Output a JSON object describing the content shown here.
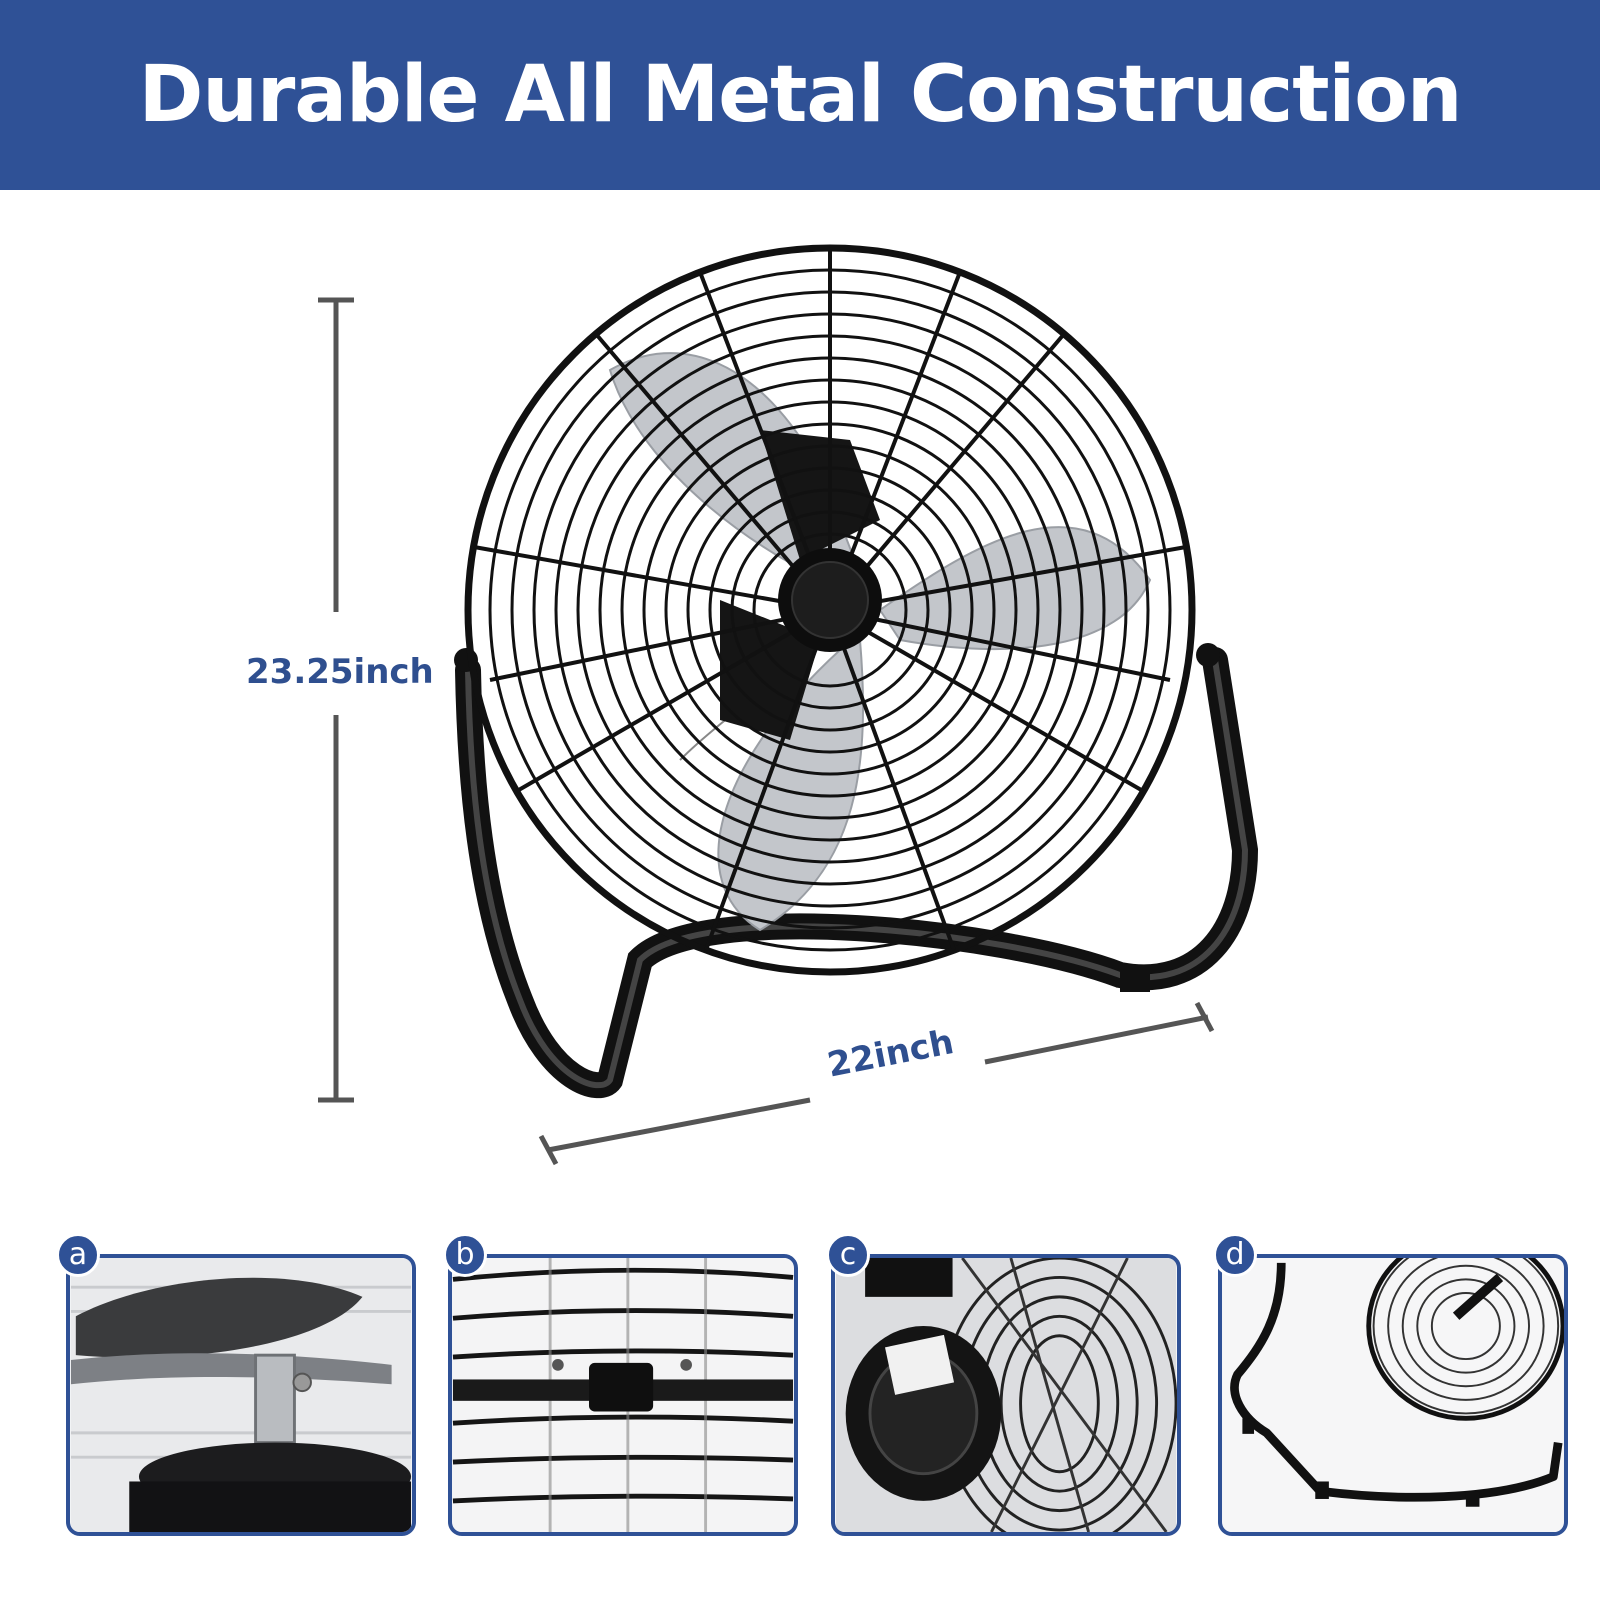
{
  "banner": {
    "title": "Durable All Metal Construction"
  },
  "dimensions": {
    "height": "23.25inch",
    "width": "22inch"
  },
  "details": [
    {
      "letter": "a",
      "icon": "fan-blade-hub-closeup"
    },
    {
      "letter": "b",
      "icon": "grille-clip-closeup"
    },
    {
      "letter": "c",
      "icon": "motor-closeup"
    },
    {
      "letter": "d",
      "icon": "stand-base-closeup"
    }
  ],
  "colors": {
    "brand": "#2f5196",
    "label": "#2f4f8f",
    "measure_line": "#555555",
    "fan_metal": "#111111",
    "blade": "#bfc2c6"
  }
}
